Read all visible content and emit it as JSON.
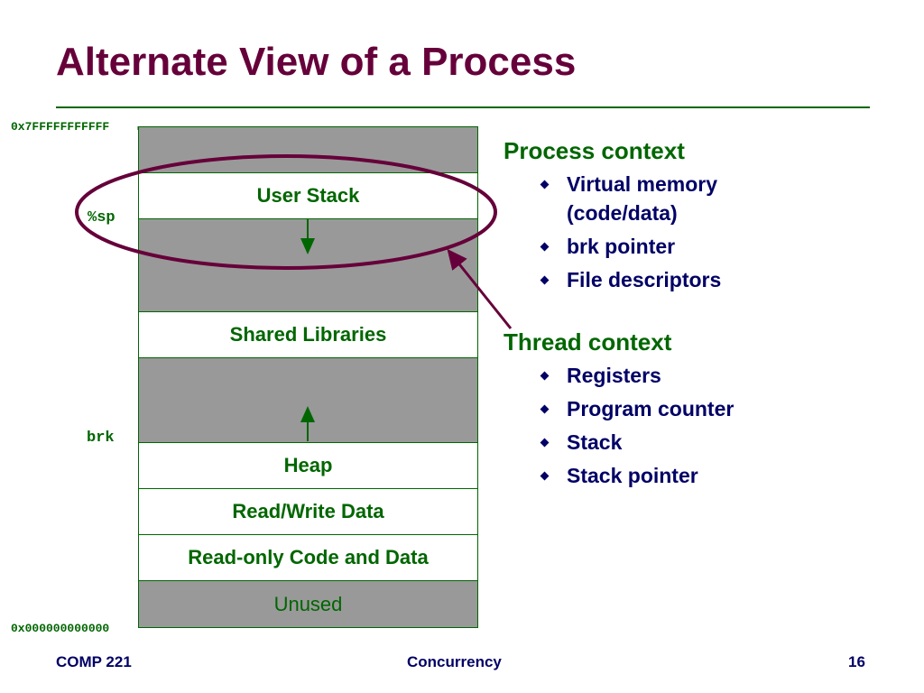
{
  "title": "Alternate View of a Process",
  "diagram": {
    "top_address": "0x7FFFFFFFFFFF",
    "bottom_address": "0x000000000000",
    "sp_label": "%sp",
    "brk_label": "brk",
    "segments": {
      "user_stack": "User Stack",
      "shared_libraries": "Shared Libraries",
      "heap": "Heap",
      "rw_data": "Read/Write Data",
      "ro_code": "Read-only Code and Data",
      "unused": "Unused"
    }
  },
  "process_context": {
    "heading": "Process context",
    "items": [
      "Virtual memory",
      "(code/data)",
      "brk pointer",
      "File descriptors"
    ]
  },
  "thread_context": {
    "heading": "Thread context",
    "items": [
      "Registers",
      "Program counter",
      "Stack",
      "Stack pointer"
    ]
  },
  "footer": {
    "left": "COMP 221",
    "center": "Concurrency",
    "right": "16"
  },
  "colors": {
    "title": "#66003a",
    "accent_green": "#006600",
    "text_navy": "#000066",
    "segment_gray": "#999999",
    "highlight_ellipse": "#66003a"
  }
}
